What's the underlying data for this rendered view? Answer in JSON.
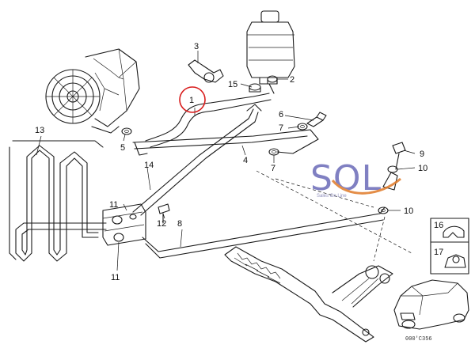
{
  "diagram": {
    "callouts": {
      "c1": "1",
      "c2": "2",
      "c3": "3",
      "c4": "4",
      "c5": "5",
      "c6": "6",
      "c7a": "7",
      "c7b": "7",
      "c8": "8",
      "c9": "9",
      "c10a": "10",
      "c10b": "10",
      "c11a": "11",
      "c11b": "11",
      "c12": "12",
      "c13": "13",
      "c14": "14",
      "c15": "15",
      "c16": "16",
      "c17": "17"
    },
    "highlight_color": "#d81b1b",
    "figure_ref": "000'C356"
  },
  "watermark": {
    "logo_letters": "SOL",
    "tagline": "Sales On Line",
    "primary_color": "#6b6bb8",
    "accent_color": "#e07a28"
  }
}
